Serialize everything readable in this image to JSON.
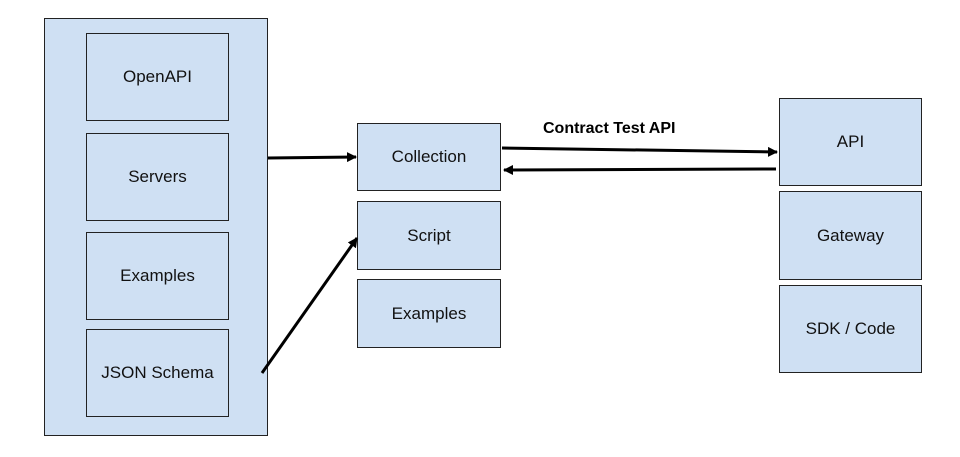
{
  "sources": {
    "items": [
      "OpenAPI",
      "Servers",
      "Examples",
      "JSON Schema"
    ]
  },
  "postman": {
    "items": [
      "Collection",
      "Script",
      "Examples"
    ]
  },
  "targets": {
    "items": [
      "API",
      "Gateway",
      "SDK / Code"
    ]
  },
  "connection": {
    "label": "Contract Test API"
  }
}
